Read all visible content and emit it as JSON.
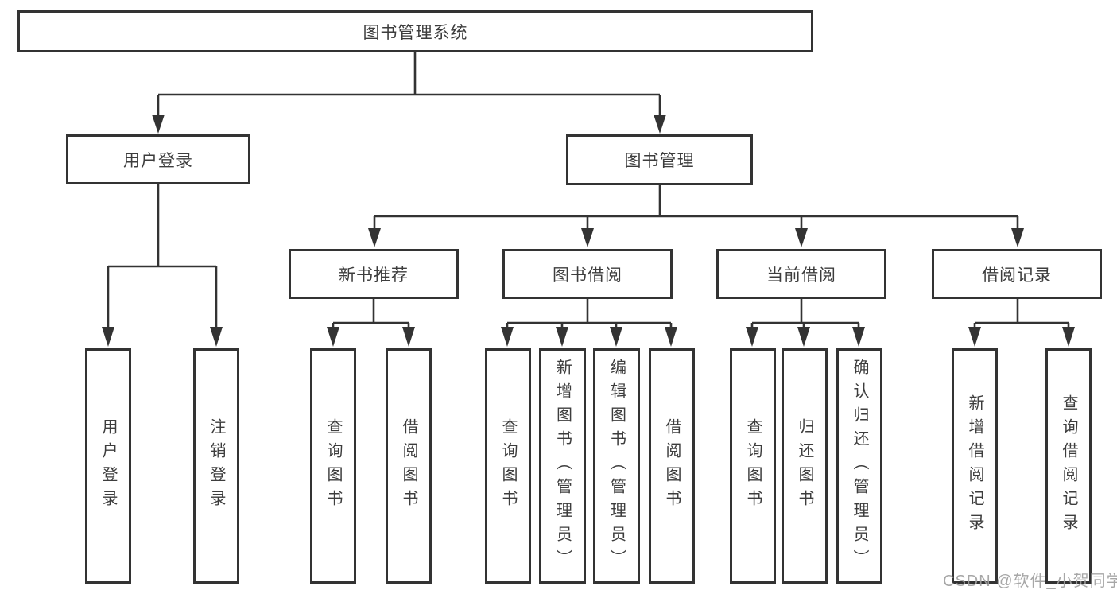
{
  "tree": {
    "label": "图书管理系统",
    "children": [
      {
        "label": "用户登录",
        "children": [
          {
            "label": "用户登录"
          },
          {
            "label": "注销登录"
          }
        ]
      },
      {
        "label": "图书管理",
        "children": [
          {
            "label": "新书推荐",
            "children": [
              {
                "label": "查询图书"
              },
              {
                "label": "借阅图书"
              }
            ]
          },
          {
            "label": "图书借阅",
            "children": [
              {
                "label": "查询图书"
              },
              {
                "label": "新增图书（管理员）"
              },
              {
                "label": "编辑图书（管理员）"
              },
              {
                "label": "借阅图书"
              }
            ]
          },
          {
            "label": "当前借阅",
            "children": [
              {
                "label": "查询图书"
              },
              {
                "label": "归还图书"
              },
              {
                "label": "确认归还（管理员）"
              }
            ]
          },
          {
            "label": "借阅记录",
            "children": [
              {
                "label": "新增借阅记录"
              },
              {
                "label": "查询借阅记录"
              }
            ]
          }
        ]
      }
    ]
  },
  "watermark": {
    "text": "CSDN @软件_小贺同学"
  },
  "colors": {
    "line": "#333333",
    "box_border": "#333333",
    "text": "#3d3d3d",
    "watermark": "#a0a0a0",
    "background": "#ffffff"
  }
}
